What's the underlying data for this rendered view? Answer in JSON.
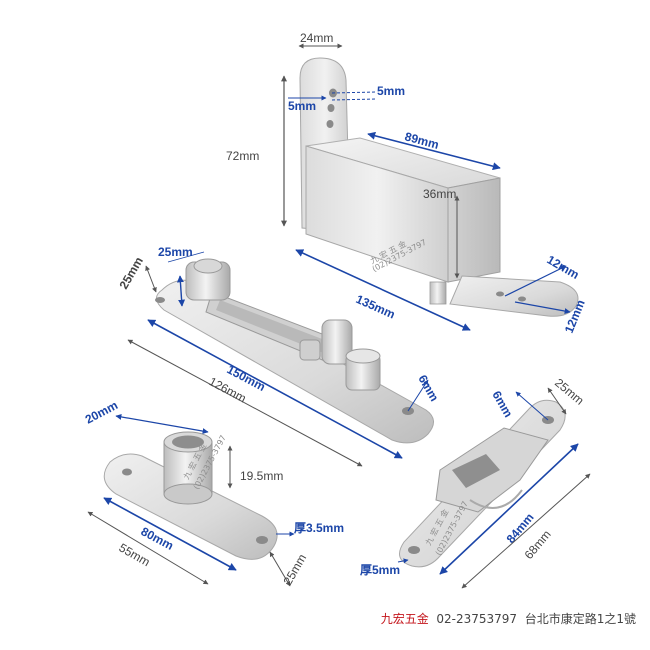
{
  "colors": {
    "blue": "#1c46a8",
    "gray": "#555555",
    "metal_light": "#e9e9e9",
    "metal_mid": "#c9c9c9",
    "metal_dark": "#9a9a9a",
    "brand_red": "#c4161c"
  },
  "icons": [
    "hinge-bracket",
    "pivot-arm-plate",
    "cup-mount-plate",
    "slotted-plate"
  ],
  "labels": {
    "top_width": "24mm",
    "top_hole_dia": "5mm",
    "top_hole_offset": "5mm",
    "top_height": "72mm",
    "top_length": "89mm",
    "top_depth": "36mm",
    "top_base_len": "135mm",
    "top_tab_a": "12mm",
    "top_tab_b": "12mm",
    "arm_pin_height": "25mm",
    "arm_width": "25mm",
    "arm_total": "150mm",
    "arm_hole_span": "126mm",
    "arm_hole": "6mm",
    "cup_dia": "20mm",
    "cup_height": "19.5mm",
    "cup_span": "80mm",
    "cup_total": "55mm",
    "cup_thick": "厚3.5mm",
    "cup_width": "25mm",
    "slot_hole": "6mm",
    "slot_width": "25mm",
    "slot_span": "84mm",
    "slot_total": "68mm",
    "slot_thick": "厚5mm"
  },
  "watermark": {
    "name": "九 宏 五 金",
    "phone": "(02)2375-3797"
  },
  "footer": {
    "brand": "九宏五金",
    "phone": "02-23753797",
    "address": "台北市康定路1之1號"
  }
}
